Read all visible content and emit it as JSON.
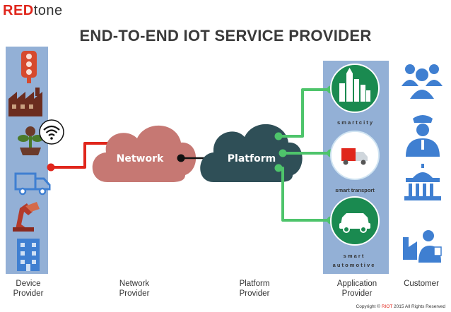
{
  "logo": {
    "red": "RED",
    "rest": "tone"
  },
  "title": "END-TO-END IOT SERVICE PROVIDER",
  "clouds": {
    "network": "Network",
    "platform": "Platform"
  },
  "applications": {
    "city": [
      "s m a r t   c i t y"
    ],
    "transport": [
      "smart transport"
    ],
    "automotive": [
      "s  m  a  r  t",
      "a u t o m o t i v e"
    ]
  },
  "columns": {
    "device": [
      "Device",
      "Provider"
    ],
    "network": [
      "Network",
      "Provider"
    ],
    "platform": [
      "Platform",
      "Provider"
    ],
    "application": [
      "Application",
      "Provider"
    ],
    "customer": [
      "Customer"
    ]
  },
  "copyright": {
    "pre": "Copyright © ",
    "brand": "RIOT",
    "post": " 2015 All Rights Reserved"
  },
  "colors": {
    "red": "#e0261c",
    "green": "#4ec46b",
    "icon_blue": "#3f7fd1",
    "band_blue": "#93b0d6",
    "network_cloud": "#c67873",
    "platform_cloud": "#2f4f57",
    "app_circle": "#1a8a50"
  },
  "icons": {
    "device": [
      "traffic-light-icon",
      "factory-icon",
      "plant-icon",
      "wifi-icon",
      "truck-icon",
      "robot-arm-icon",
      "building-icon"
    ],
    "customer": [
      "people-group-icon",
      "police-officer-icon",
      "government-building-icon",
      "industrial-worker-icon"
    ]
  }
}
